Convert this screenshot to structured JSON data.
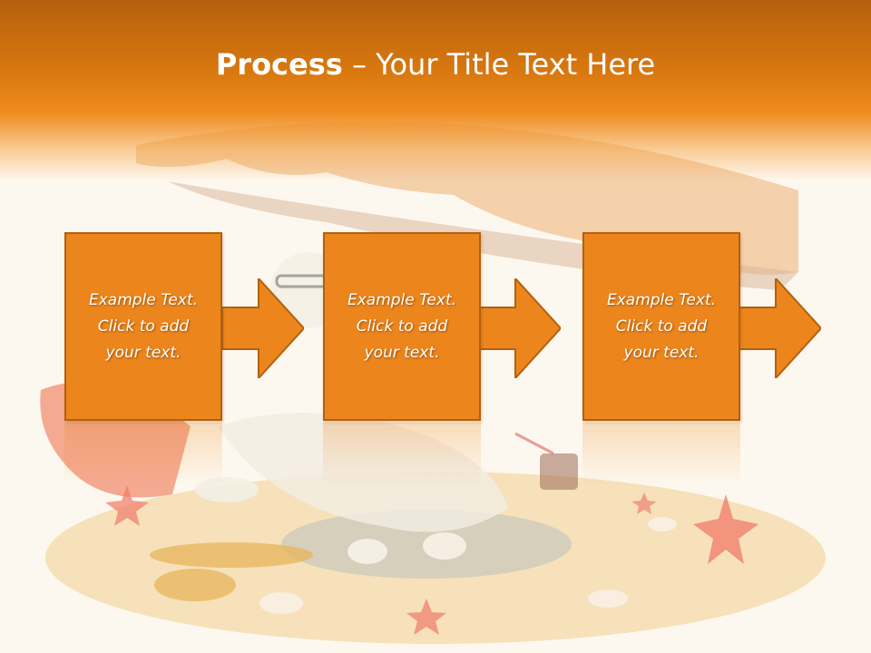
{
  "slide": {
    "title_bold": "Process",
    "title_rest": " – Your Title Text Here"
  },
  "steps": [
    {
      "text": "Example Text.\nClick  to add\nyour text."
    },
    {
      "text": "Example Text.\nClick  to add\nyour text."
    },
    {
      "text": "Example Text.\nClick  to add\nyour text."
    }
  ],
  "colors": {
    "accent": "#ec861c",
    "accent_border": "#b3600f",
    "header_top": "#b5600e",
    "background": "#fdf8ef"
  }
}
